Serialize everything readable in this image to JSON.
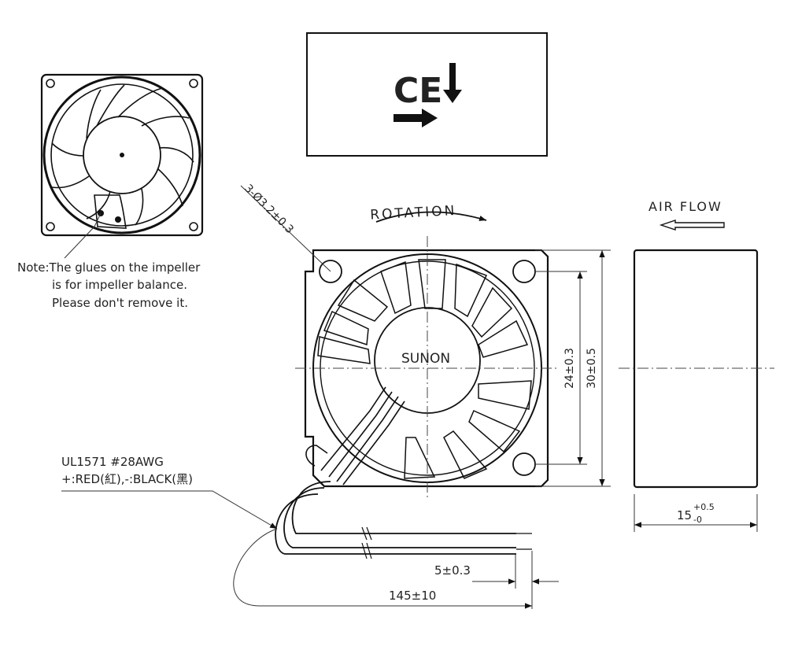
{
  "marks": {
    "ce_logo": "CE",
    "brand": "SUNON"
  },
  "labels": {
    "note_line1": "Note:The glues on the impeller",
    "note_line2": "is for impeller balance.",
    "note_line3": "Please don't remove it.",
    "holes": "3-Ø3.2±0.3",
    "rotation": "ROTATION",
    "air_flow": "AIR FLOW",
    "wire_spec": "UL1571  #28AWG",
    "wire_colors": "+:RED(紅),-:BLACK(黑)"
  },
  "dimensions": {
    "hole_pitch": "24±0.3",
    "frame_size": "30±0.5",
    "depth_base": "15",
    "depth_upper": "+0.5",
    "depth_lower": "-0",
    "strip_length": "5±0.3",
    "lead_length": "145±10"
  },
  "icons": {
    "ce": "ce-mark-icon",
    "down_arrow": "down-arrow-icon",
    "right_arrow": "right-arrow-icon",
    "rotation_arrow": "rotation-arrow-icon",
    "airflow_arrow": "left-arrow-icon"
  }
}
